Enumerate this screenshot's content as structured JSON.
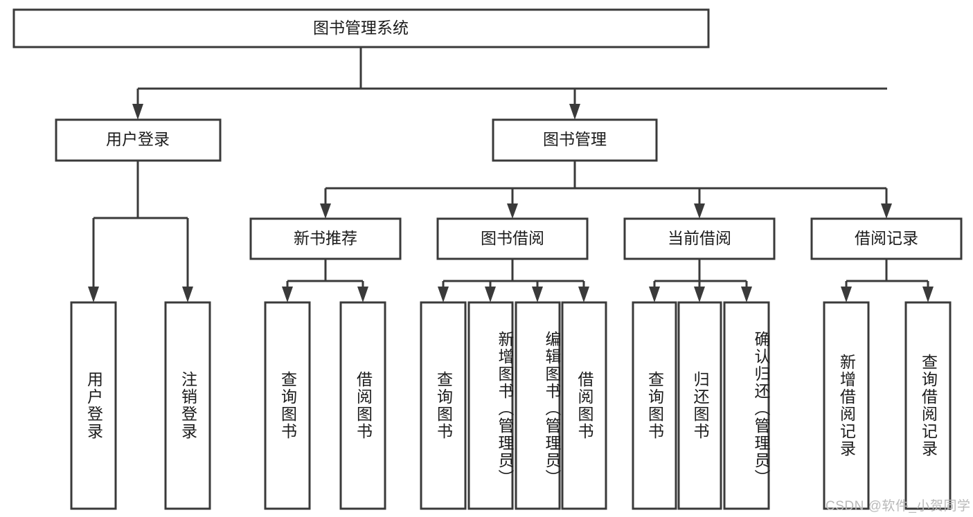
{
  "diagram": {
    "type": "tree",
    "title": "图书管理系统",
    "root": {
      "label": "图书管理系统",
      "level": 0
    },
    "level1": [
      {
        "label": "用户登录"
      },
      {
        "label": "图书管理"
      }
    ],
    "level2": [
      {
        "label": "新书推荐",
        "parent": "图书管理"
      },
      {
        "label": "图书借阅",
        "parent": "图书管理"
      },
      {
        "label": "当前借阅",
        "parent": "图书管理"
      },
      {
        "label": "借阅记录",
        "parent": "图书管理"
      }
    ],
    "leaves": {
      "user_login": [
        {
          "label": "用户登录"
        },
        {
          "label": "注销登录"
        }
      ],
      "new_book": [
        {
          "label": "查询图书"
        },
        {
          "label": "借阅图书"
        }
      ],
      "book_borrow": [
        {
          "label": "查询图书"
        },
        {
          "label": "新增图书（管理员）"
        },
        {
          "label": "编辑图书（管理员）"
        },
        {
          "label": "借阅图书"
        }
      ],
      "current_borrow": [
        {
          "label": "查询图书"
        },
        {
          "label": "归还图书"
        },
        {
          "label": "确认归还（管理员）"
        }
      ],
      "borrow_record": [
        {
          "label": "新增借阅记录"
        },
        {
          "label": "查询借阅记录"
        }
      ]
    }
  },
  "watermark": {
    "text": "CSDN @软件_小贺同学"
  },
  "colors": {
    "box_stroke": "#3a3a3a",
    "box_fill": "#ffffff",
    "text": "#1b1b1b",
    "watermark": "#b9b9b9",
    "background": "#ffffff"
  }
}
